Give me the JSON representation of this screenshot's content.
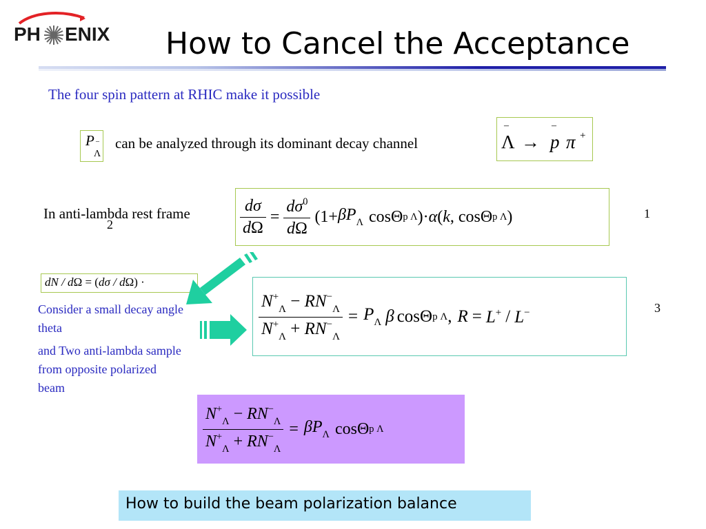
{
  "logo": {
    "left": "PH",
    "right": "ENIX"
  },
  "title": "How to Cancel the Acceptance",
  "intro": "The four spin pattern at RHIC make it possible",
  "analyzed_text": "can be analyzed through its dominant decay channel",
  "rest_frame_label": "In anti-lambda rest frame",
  "eq_numbers": {
    "one": "1",
    "two": "2",
    "three": "3"
  },
  "left_notes": {
    "small_angle": "Consider a small decay angle theta",
    "two_samples": "and Two anti-lambda sample from opposite polarized beam"
  },
  "bottom_banner": "How to build the beam polarization balance",
  "colors": {
    "title": "#000000",
    "blue_text": "#2a2ac0",
    "rule_dark": "#1f1fa8",
    "rule_light": "#b8c4e8",
    "box_green": "#a6c850",
    "box_teal": "#59c8b0",
    "arrow": "#1fcfa0",
    "purple_box": "#cc99ff",
    "banner_bg": "#b3e5f8"
  }
}
